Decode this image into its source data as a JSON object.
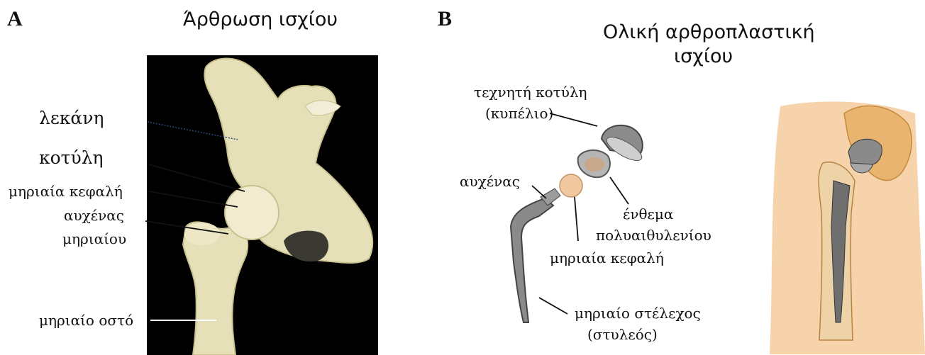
{
  "panel_a": {
    "letter": "A",
    "title": "Άρθρωση ισχίου",
    "labels": {
      "pelvis": "λεκάνη",
      "acetabulum": "κοτύλη",
      "femoral_head": "μηριαία κεφαλή",
      "neck_line1": "αυχένας",
      "neck_line2": "μηριαίου",
      "femur": "μηριαίο οστό"
    }
  },
  "panel_b": {
    "letter": "B",
    "title_line1": "Ολική αρθροπλαστική",
    "title_line2": "ισχίου",
    "labels": {
      "cup_line1": "τεχνητή κοτύλη",
      "cup_line2": "(κυπέλιο)",
      "neck": "αυχένας",
      "liner_line1": "ένθεμα",
      "liner_line2": "πολυαιθυλενίου",
      "head": "μηριαία κεφαλή",
      "stem_line1": "μηριαίο στέλεχος",
      "stem_line2": "(στυλεός)"
    }
  },
  "colors": {
    "bone": "#e6e0b8",
    "bone_shadow": "#c9c18f",
    "background_dark": "#000000",
    "metal": "#8c8c8c",
    "liner": "#c9a88a",
    "skin": "#f3c48d"
  }
}
